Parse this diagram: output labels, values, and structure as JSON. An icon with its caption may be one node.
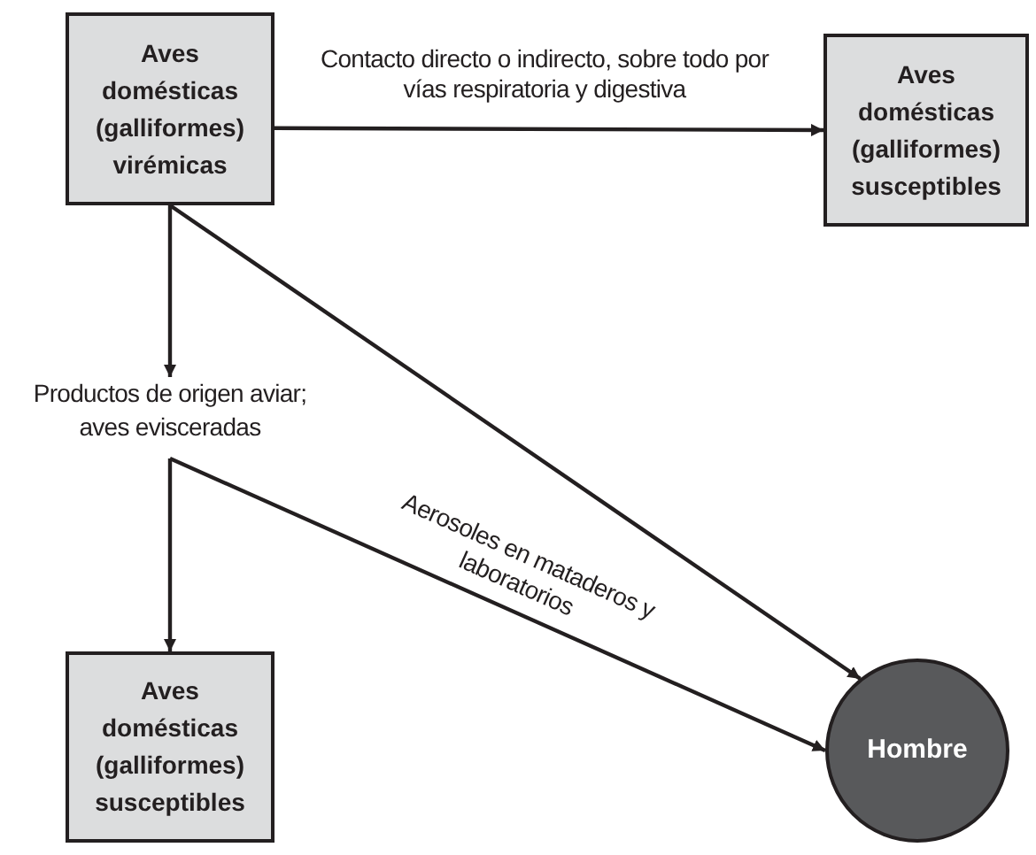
{
  "diagram": {
    "nodes": [
      {
        "text": [
          "Aves domésticas (galliformes) virémicas"
        ]
      },
      {
        "text": [
          "Aves domésticas (galliformes) susceptibles"
        ]
      },
      {
        "text": [
          "Productos de origen aviar; aves evisceradas"
        ]
      },
      {
        "text": [
          "Aves domésticas (galliformes) susceptibles"
        ]
      },
      {
        "text": [
          "Hombre"
        ]
      }
    ],
    "edges": [
      {
        "from": 0,
        "to": 1,
        "arrow": "to",
        "label": "Contacto directo o indirecto, sobre todo por vías respiratoria y digestiva"
      },
      {
        "from": 0,
        "to": 2,
        "arrow": "to"
      },
      {
        "from": 0,
        "to": 4,
        "arrow": "to"
      },
      {
        "from": 2,
        "to": 3,
        "arrow": "to"
      },
      {
        "from": 2,
        "to": 4,
        "arrow": "to",
        "label": "Aerosoles en mataderos y laboratorios"
      }
    ]
  }
}
